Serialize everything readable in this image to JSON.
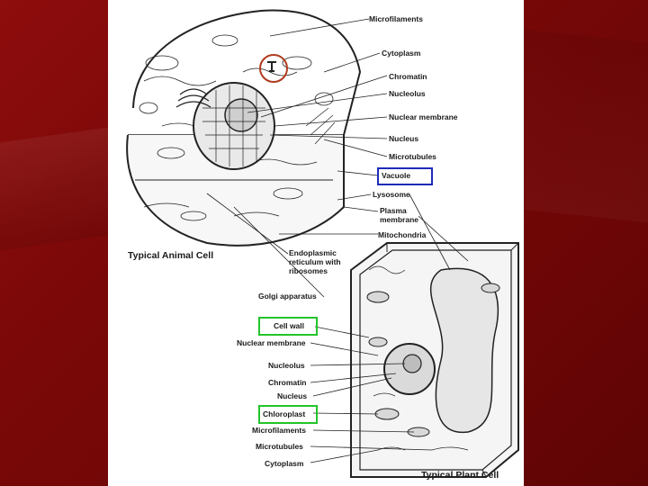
{
  "animal_cell": {
    "caption": "Typical Animal Cell",
    "labels": [
      "Microfilaments",
      "Cytoplasm",
      "Chromatin",
      "Nucleolus",
      "Nuclear membrane",
      "Nucleus",
      "Microtubules",
      "Vacuole",
      "Lysosome",
      "Plasma membrane",
      "Mitochondria",
      "Endoplasmic reticulum with ribosomes",
      "Golgi apparatus"
    ]
  },
  "plant_cell": {
    "caption": "Typical Plant Cell",
    "labels": [
      "Cell wall",
      "Nuclear membrane",
      "Nucleolus",
      "Chromatin",
      "Nucleus",
      "Chloroplast",
      "Microfilaments",
      "Microtubules",
      "Cytoplasm"
    ]
  },
  "highlights": {
    "blue": "#1f2bb8",
    "green": "#23c42a",
    "red": "#b13a1e"
  }
}
